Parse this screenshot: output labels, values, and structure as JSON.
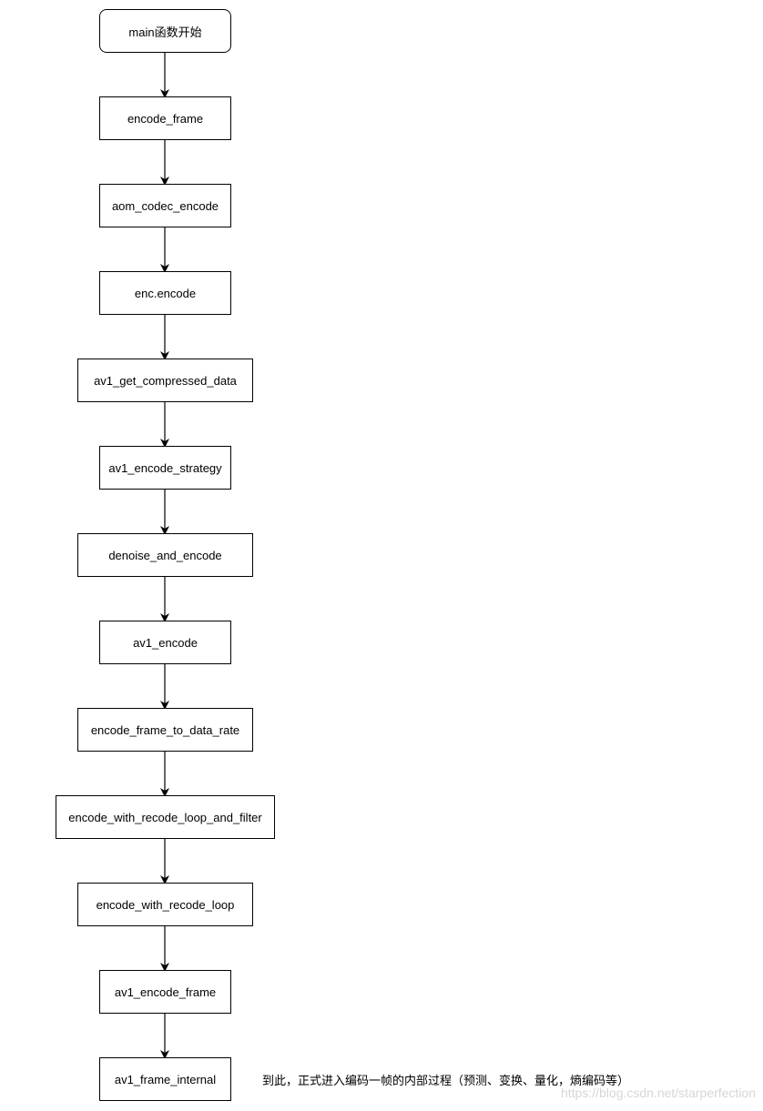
{
  "diagram": {
    "start_node": "main函数开始",
    "nodes": [
      "encode_frame",
      "aom_codec_encode",
      "enc.encode",
      "av1_get_compressed_data",
      "av1_encode_strategy",
      "denoise_and_encode",
      "av1_encode",
      "encode_frame_to_data_rate",
      "encode_with_recode_loop_and_filter",
      "encode_with_recode_loop",
      "av1_encode_frame",
      "av1_frame_internal"
    ],
    "note": "到此，正式进入编码一帧的内部过程（预测、变换、量化，熵编码等）"
  },
  "watermark": "https://blog.csdn.net/starperfection"
}
